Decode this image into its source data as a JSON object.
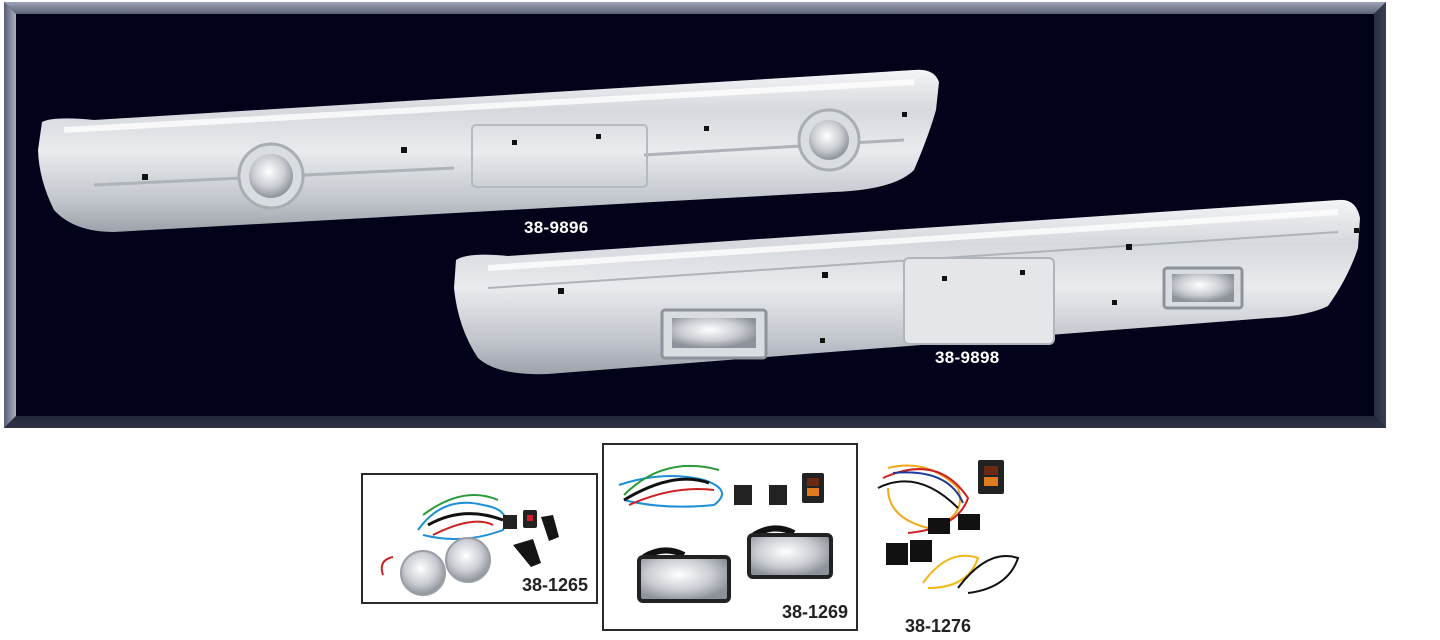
{
  "catalog": {
    "bumpers": [
      {
        "part_number": "38-9896",
        "description": "chrome front bumper with round fog lights"
      },
      {
        "part_number": "38-9898",
        "description": "chrome front bumper with rectangular fog lights"
      }
    ],
    "kits": [
      {
        "part_number": "38-1265",
        "description": "round fog light kit with wiring harness, relay, switch and brackets",
        "boxed": true
      },
      {
        "part_number": "38-1269",
        "description": "rectangular fog light kit with wiring harness, relays and switch",
        "boxed": true
      },
      {
        "part_number": "38-1276",
        "description": "wiring harness kit with relays and switch",
        "boxed": false
      }
    ]
  },
  "colors": {
    "frame_background": "#02021a",
    "bevel_light": "#9ea3b6",
    "bevel_dark": "#24273a",
    "chrome_light": "#e8eaee",
    "chrome_mid": "#bfc3ca",
    "label_white": "#ffffff",
    "label_dark": "#222222",
    "box_border": "#2a2a2a"
  }
}
